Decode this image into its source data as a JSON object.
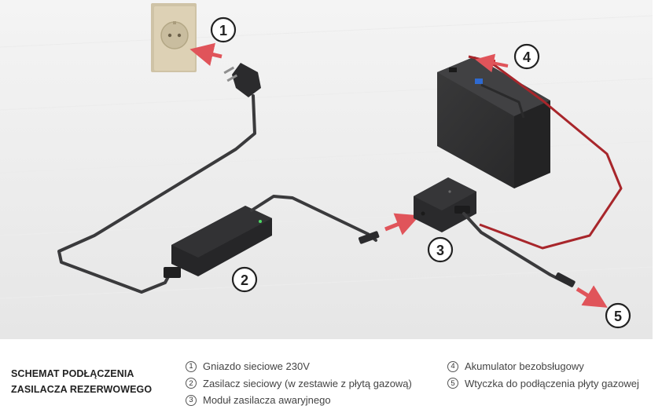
{
  "markers": [
    "1",
    "2",
    "3",
    "4",
    "5"
  ],
  "legend": {
    "title_line1": "SCHEMAT PODŁĄCZENIA",
    "title_line2": "ZASILACZA REZERWOWEGO",
    "items": [
      {
        "num": "1",
        "text": "Gniazdo sieciowe 230V"
      },
      {
        "num": "2",
        "text": "Zasilacz sieciowy (w zestawie z płytą gazową)"
      },
      {
        "num": "3",
        "text": "Moduł zasilacza awaryjnego"
      },
      {
        "num": "4",
        "text": "Akumulator bezobsługowy"
      },
      {
        "num": "5",
        "text": "Wtyczka do podłączenia płyty gazowej"
      }
    ]
  },
  "colors": {
    "arrow": "#e0545a",
    "cable": "#3a3a3c",
    "red_wire": "#a8262b",
    "device": "#2a2a2c",
    "battery": "#313132",
    "led": "#4cd964",
    "socket_plate": "#d8ccb0"
  }
}
